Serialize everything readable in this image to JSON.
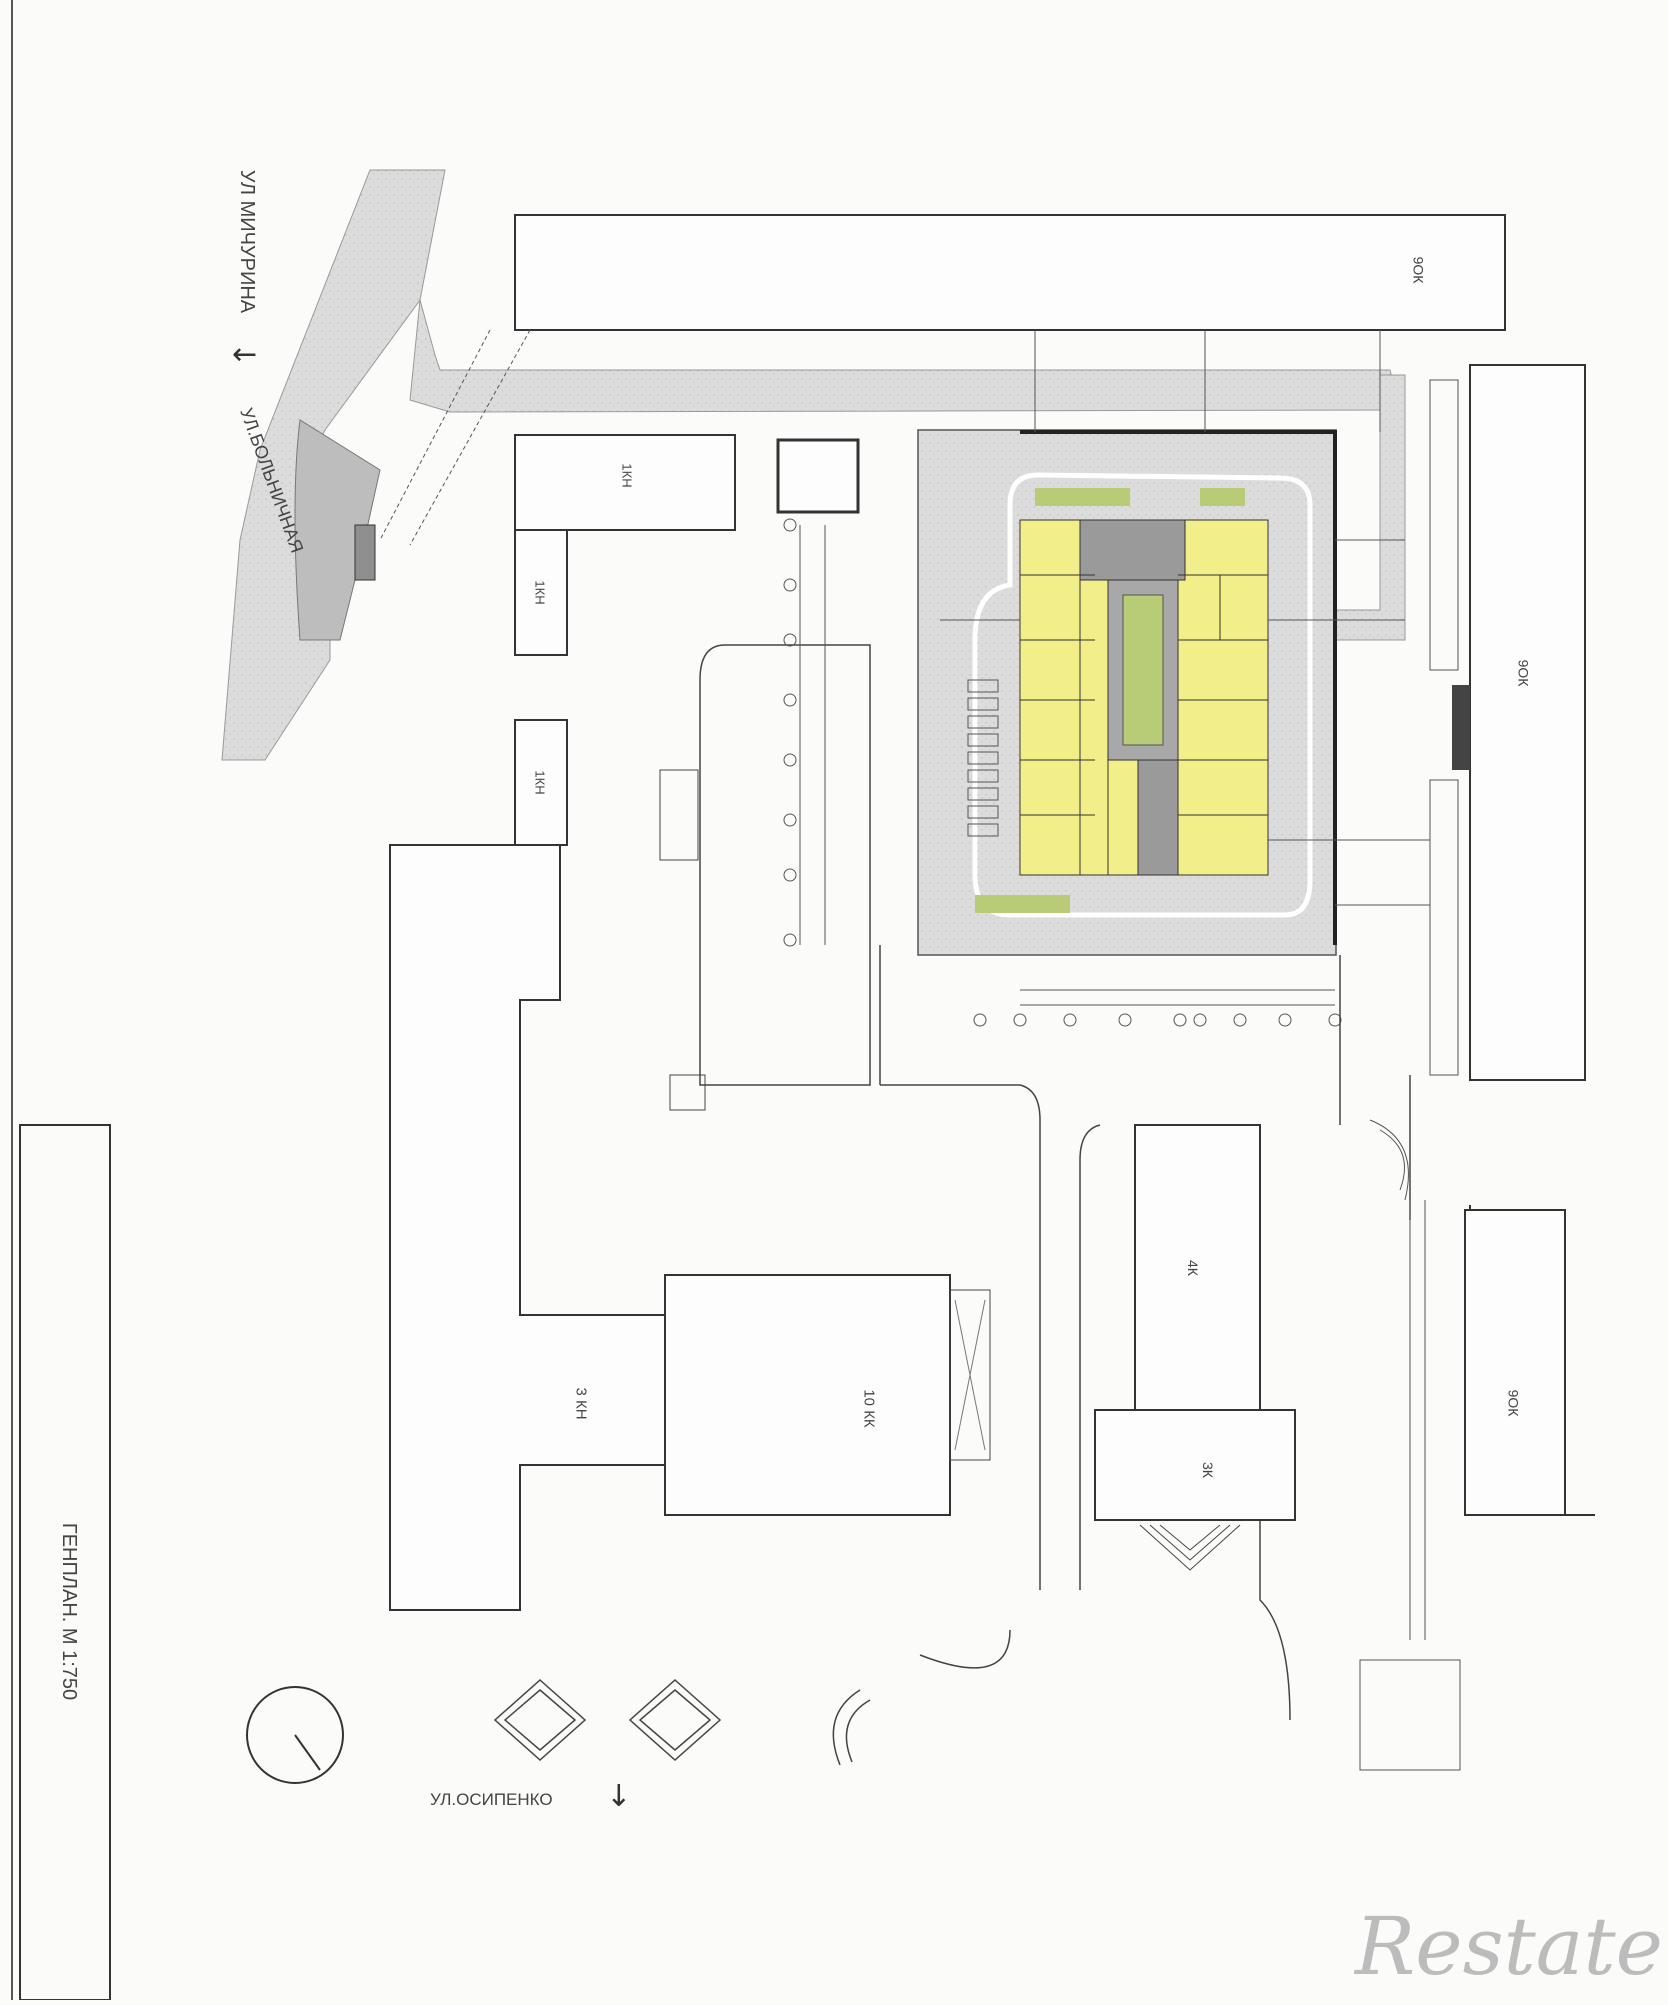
{
  "streets": {
    "michurina": "УЛ МИЧУРИНА",
    "bolnichnaya": "УЛ.БОЛЬНИЧНАЯ",
    "osipenko": "УЛ.ОСИПЕНКО"
  },
  "plan_title": "ГЕНПЛАН.  М 1:750",
  "buildings": {
    "top_long": "9ОК",
    "small_kn_1": "1КН",
    "small_kn_2": "1КН",
    "small_kn_3": "1КН",
    "right_upper": "9ОК",
    "right_lower": "9ОК",
    "big_left": "3 КН",
    "big_center": "10 КК",
    "k4": "4К",
    "k3": "3К"
  },
  "watermark": "Restate",
  "colors": {
    "road_fill": "#d9d9d9",
    "building_yellow": "#f2ef8a",
    "green_strip": "#b8cc78",
    "courtyard": "#a5a5a5",
    "line": "#3a3a3a"
  }
}
